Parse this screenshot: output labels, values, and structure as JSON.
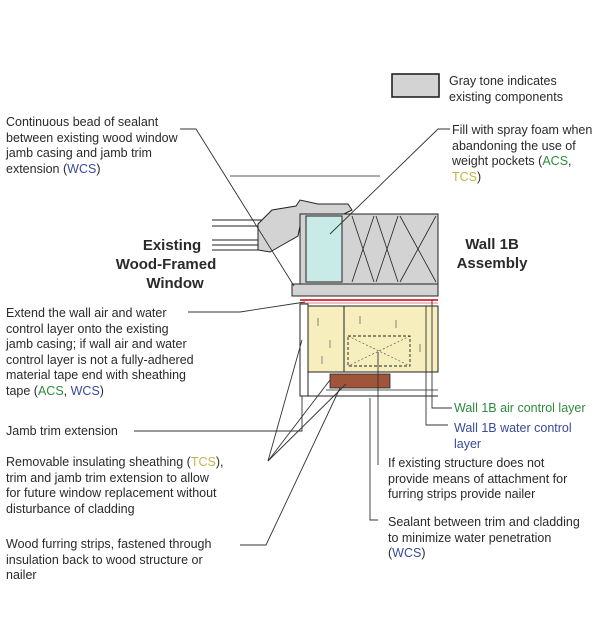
{
  "legend": {
    "gray_line1": "Gray tone indicates",
    "gray_line2": "existing components"
  },
  "headings": {
    "existing_window_1": "Existing",
    "existing_window_2": "Wood-Framed",
    "existing_window_3": "Window",
    "wall_1": "Wall 1B",
    "wall_2": "Assembly"
  },
  "callouts": {
    "sealant_bead": {
      "l1": "Continuous bead of sealant",
      "l2": "between existing wood window",
      "l3": "jamb casing and jamb trim",
      "l4_pre": "extension (",
      "l4_tag": "WCS",
      "l4_post": ")"
    },
    "spray_foam": {
      "l1": "Fill with spray foam when",
      "l2": "abandoning the use of",
      "l3_pre": "weight pockets (",
      "l3_tag": "ACS",
      "l3_post": ",",
      "l4_tag": "TCS",
      "l4_post": ")"
    },
    "extend_wall": {
      "l1": "Extend the wall air and water",
      "l2": "control layer onto the existing",
      "l3": "jamb casing; if wall air and water",
      "l4": "control layer is not a fully-adhered",
      "l5": "material tape end with sheathing",
      "l6_pre": "tape (",
      "l6_tag1": "ACS",
      "l6_mid": ", ",
      "l6_tag2": "WCS",
      "l6_post": ")"
    },
    "jamb_trim": {
      "l1": "Jamb trim extension"
    },
    "removable": {
      "l1_pre": "Removable insulating sheathing (",
      "l1_tag": "TCS",
      "l1_post": "),",
      "l2": "trim and jamb trim extension to allow",
      "l3": "for future window replacement without",
      "l4": "disturbance of cladding"
    },
    "furring": {
      "l1": "Wood furring strips, fastened through",
      "l2": "insulation back to wood structure or",
      "l3": "nailer"
    },
    "air_layer": {
      "l1": "Wall 1B air control layer"
    },
    "water_layer": {
      "l1": "Wall 1B water control",
      "l2": "layer"
    },
    "nailer": {
      "l1": "If existing structure does not",
      "l2": "provide means of attachment for",
      "l3": "furring strips provide nailer"
    },
    "sealant_trim": {
      "l1": "Sealant between trim and cladding",
      "l2": "to minimize water penetration",
      "l3_pre": "(",
      "l3_tag": "WCS",
      "l3_post": ")"
    }
  },
  "colors": {
    "existing_gray": "#d3d3d3",
    "insulation_yellow": "#f6efbd",
    "spray_foam_cyan": "#c9ebe7",
    "air_layer_red": "#d8232a",
    "water_layer_pink": "#e59aa6",
    "nailer_brown": "#a0553a",
    "acs_green": "#2e8b3c",
    "wcs_blue": "#3a4a9a",
    "tcs_yellow": "#c9b24a"
  }
}
